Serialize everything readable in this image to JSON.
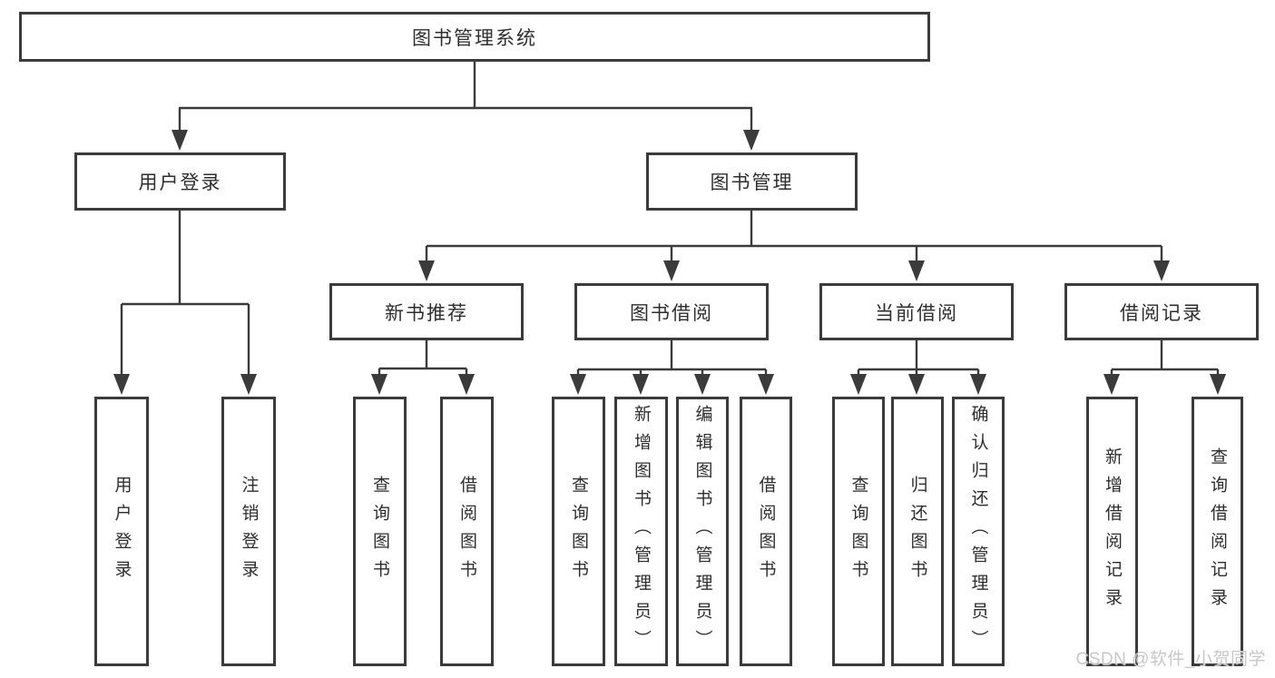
{
  "tree": {
    "root": "图书管理系统",
    "branches": [
      {
        "label": "用户登录",
        "children": [
          "用户登录",
          "注销登录"
        ]
      },
      {
        "label": "图书管理",
        "groups": [
          {
            "label": "新书推荐",
            "children": [
              "查询图书",
              "借阅图书"
            ]
          },
          {
            "label": "图书借阅",
            "children": [
              "查询图书",
              "新增图书（管理员）",
              "编辑图书（管理员）",
              "借阅图书"
            ]
          },
          {
            "label": "当前借阅",
            "children": [
              "查询图书",
              "归还图书",
              "确认归还（管理员）"
            ]
          },
          {
            "label": "借阅记录",
            "children": [
              "新增借阅记录",
              "查询借阅记录"
            ]
          }
        ]
      }
    ]
  },
  "watermark": "CSDN @软件_小贺同学",
  "colors": {
    "line": "#3b3b3b",
    "text": "#2e2e2e",
    "watermark": "#c8c8c8",
    "background": "#ffffff"
  }
}
